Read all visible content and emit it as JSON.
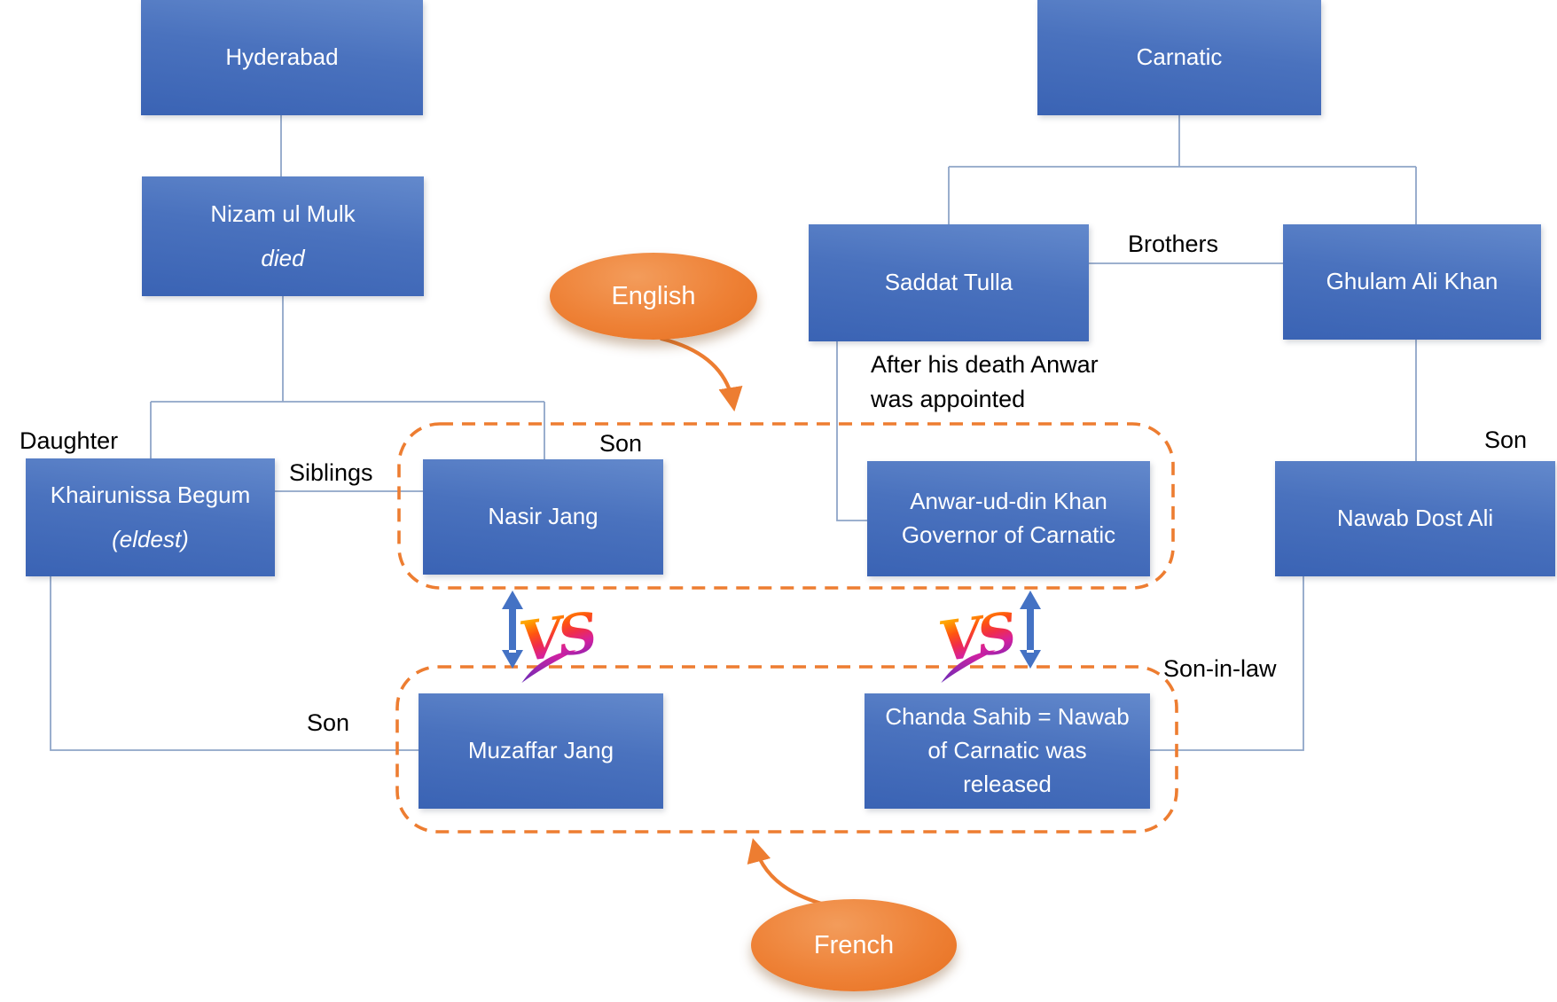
{
  "nodes": {
    "hyderabad": {
      "lines": [
        "Hyderabad"
      ]
    },
    "nizam": {
      "lines": [
        "Nizam ul Mulk",
        "died"
      ]
    },
    "khairunissa": {
      "lines": [
        "Khairunissa Begum",
        "(eldest)"
      ]
    },
    "nasir": {
      "lines": [
        "Nasir Jang"
      ]
    },
    "carnatic": {
      "lines": [
        "Carnatic"
      ]
    },
    "saddat": {
      "lines": [
        "Saddat Tulla"
      ]
    },
    "ghulam": {
      "lines": [
        "Ghulam Ali Khan"
      ]
    },
    "anwar": {
      "lines": [
        "Anwar-ud-din Khan",
        "Governor of Carnatic"
      ]
    },
    "nawab_dost": {
      "lines": [
        "Nawab Dost Ali"
      ]
    },
    "muzaffar": {
      "lines": [
        "Muzaffar Jang"
      ]
    },
    "chanda": {
      "lines": [
        "Chanda Sahib = Nawab",
        "of Carnatic was",
        "released"
      ]
    }
  },
  "edge_labels": {
    "daughter": "Daughter",
    "siblings": "Siblings",
    "son_nasir": "Son",
    "brothers": "Brothers",
    "son_nawab_dost": "Son",
    "anwar_note": "After his death Anwar was appointed",
    "son_muzaffar": "Son",
    "son_in_law": "Son-in-law"
  },
  "factions": {
    "english": "English",
    "french": "French"
  },
  "versus": {
    "label": "VS"
  },
  "colors": {
    "node_fill_top": "#6389CC",
    "node_fill_bottom": "#3A63B4",
    "node_text": "#FFFFFF",
    "connector": "#8FA5C8",
    "highlight_dash": "#ED7D31",
    "faction_fill": "#ED7D31",
    "versus_arrow": "#4472C4",
    "label_text": "#000000"
  }
}
